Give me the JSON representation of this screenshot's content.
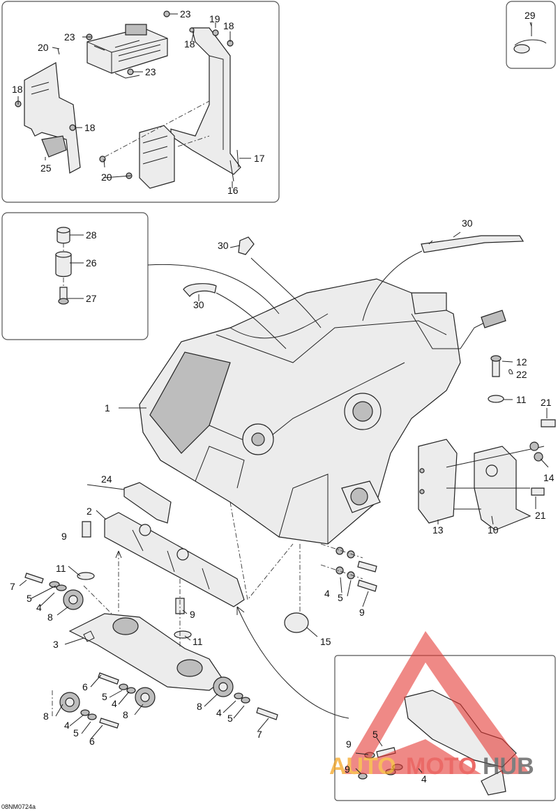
{
  "figure_code": "08NM0724a",
  "callouts": {
    "c1": "1",
    "c2": "2",
    "c3": "3",
    "c4": "4",
    "c5": "5",
    "c6": "6",
    "c7": "7",
    "c8": "8",
    "c9": "9",
    "c10": "10",
    "c11": "11",
    "c12": "12",
    "c13": "13",
    "c14": "14",
    "c15": "15",
    "c16": "16",
    "c17": "17",
    "c18": "18",
    "c19": "19",
    "c20": "20",
    "c21": "21",
    "c22": "22",
    "c23": "23",
    "c24": "24",
    "c25": "25",
    "c26": "26",
    "c27": "27",
    "c28": "28",
    "c29": "29",
    "c30": "30"
  },
  "watermark": {
    "part1": "AUTO",
    "part2": "MOTO",
    "part3": "HUB",
    "color_primary": "#e53935",
    "color_secondary": "#f5a623",
    "color_tertiary": "#555555"
  }
}
